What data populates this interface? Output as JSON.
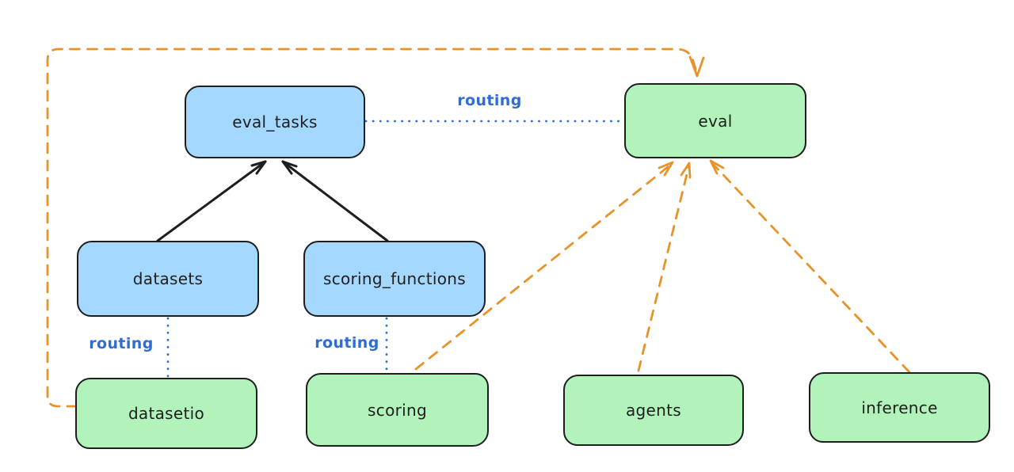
{
  "colors": {
    "background": "#ffffff",
    "blue_node_fill": "#a5d8ff",
    "green_node_fill": "#b2f2bb",
    "node_border": "#1e1e1e",
    "solid_arrow": "#1e1e1e",
    "routing_line_and_label": "#2f6cd4",
    "dashed_arrow_orange": "#e8932a"
  },
  "nodes": [
    {
      "id": "eval_tasks",
      "label": "eval_tasks",
      "fill": "blue"
    },
    {
      "id": "eval",
      "label": "eval",
      "fill": "green"
    },
    {
      "id": "datasets",
      "label": "datasets",
      "fill": "blue"
    },
    {
      "id": "scoring_functions",
      "label": "scoring_functions",
      "fill": "blue"
    },
    {
      "id": "datasetio",
      "label": "datasetio",
      "fill": "green"
    },
    {
      "id": "scoring",
      "label": "scoring",
      "fill": "green"
    },
    {
      "id": "agents",
      "label": "agents",
      "fill": "green"
    },
    {
      "id": "inference",
      "label": "inference",
      "fill": "green"
    }
  ],
  "edges": [
    {
      "from": "datasets",
      "to": "eval_tasks",
      "style": "solid-black-arrow"
    },
    {
      "from": "scoring_functions",
      "to": "eval_tasks",
      "style": "solid-black-arrow"
    },
    {
      "from": "eval_tasks",
      "to": "eval",
      "style": "dotted-blue-line",
      "label": "routing"
    },
    {
      "from": "datasets",
      "to": "datasetio",
      "style": "dotted-blue-line",
      "label": "routing"
    },
    {
      "from": "scoring_functions",
      "to": "scoring",
      "style": "dotted-blue-line",
      "label": "routing"
    },
    {
      "from": "datasetio",
      "to": "eval",
      "style": "dashed-orange-arrow"
    },
    {
      "from": "scoring",
      "to": "eval",
      "style": "dashed-orange-arrow"
    },
    {
      "from": "agents",
      "to": "eval",
      "style": "dashed-orange-arrow"
    },
    {
      "from": "inference",
      "to": "eval",
      "style": "dashed-orange-arrow"
    }
  ]
}
